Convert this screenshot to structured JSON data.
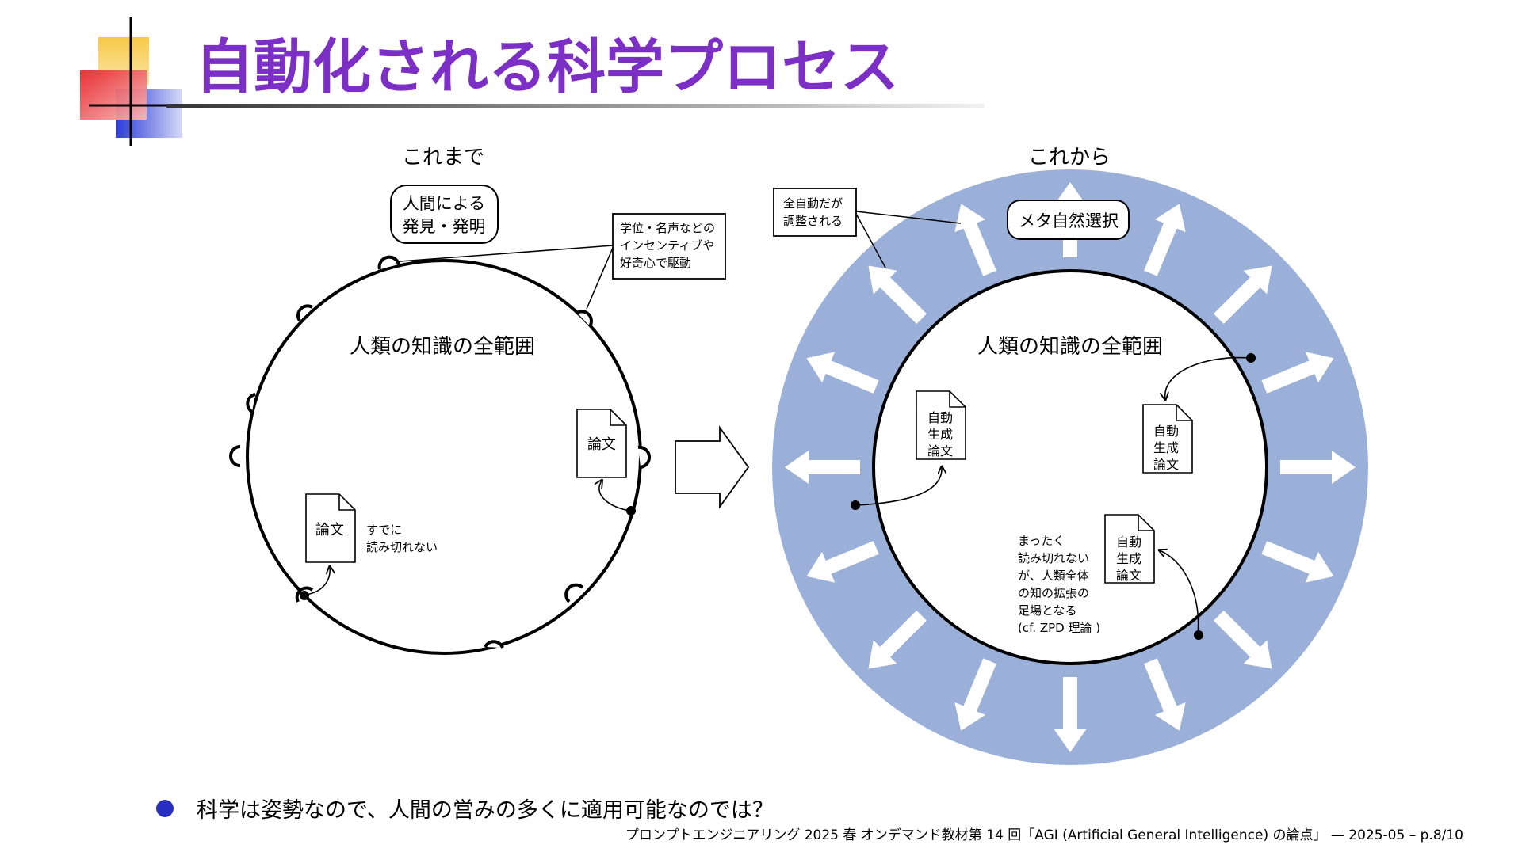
{
  "slide": {
    "title": "自動化される科学プロセス",
    "bullet": "科学は姿勢なので、人間の営みの多くに適用可能なのでは？",
    "footer": "プロンプトエンジニアリング 2025 春 オンデマンド教材第 14 回「AGI (Artificial General Intelligence) の論点」 — 2025-05 – p.8/10"
  },
  "colors": {
    "title": "#7b2fc4",
    "ring": "#9bb0d9",
    "bullet": "#2a2fc4",
    "deco_yellow": "#f7c948",
    "deco_red": "#e8262a",
    "deco_blue": "#2a3bd6"
  },
  "left": {
    "heading": "これまで",
    "human_label": [
      "人間による",
      "発見・発明"
    ],
    "incentive_label": [
      "学位・名声などの",
      "インセンティブや",
      "好奇心で駆動"
    ],
    "circle_label": "人類の知識の全範囲",
    "paper_right": "論文",
    "paper_left": "論文",
    "unread_label": [
      "すでに",
      "読み切れない"
    ]
  },
  "right": {
    "heading": "これから",
    "auto_label": [
      "全自動だが",
      "調整される"
    ],
    "meta_label": "メタ自然選択",
    "circle_label": "人類の知識の全範囲",
    "auto_paper_1": [
      "自動",
      "生成",
      "論文"
    ],
    "auto_paper_2": [
      "自動",
      "生成",
      "論文"
    ],
    "auto_paper_3": [
      "自動",
      "生成",
      "論文"
    ],
    "scaffold_label": [
      "まったく",
      "読み切れない",
      "が、人類全体",
      "の知の拡張の",
      "足場となる",
      "(cf. ZPD 理論 )"
    ]
  },
  "icons": [
    "slide-decoration-icon",
    "transition-arrow-icon",
    "document-icon",
    "outward-arrow-icon",
    "bullet-dot-icon"
  ]
}
